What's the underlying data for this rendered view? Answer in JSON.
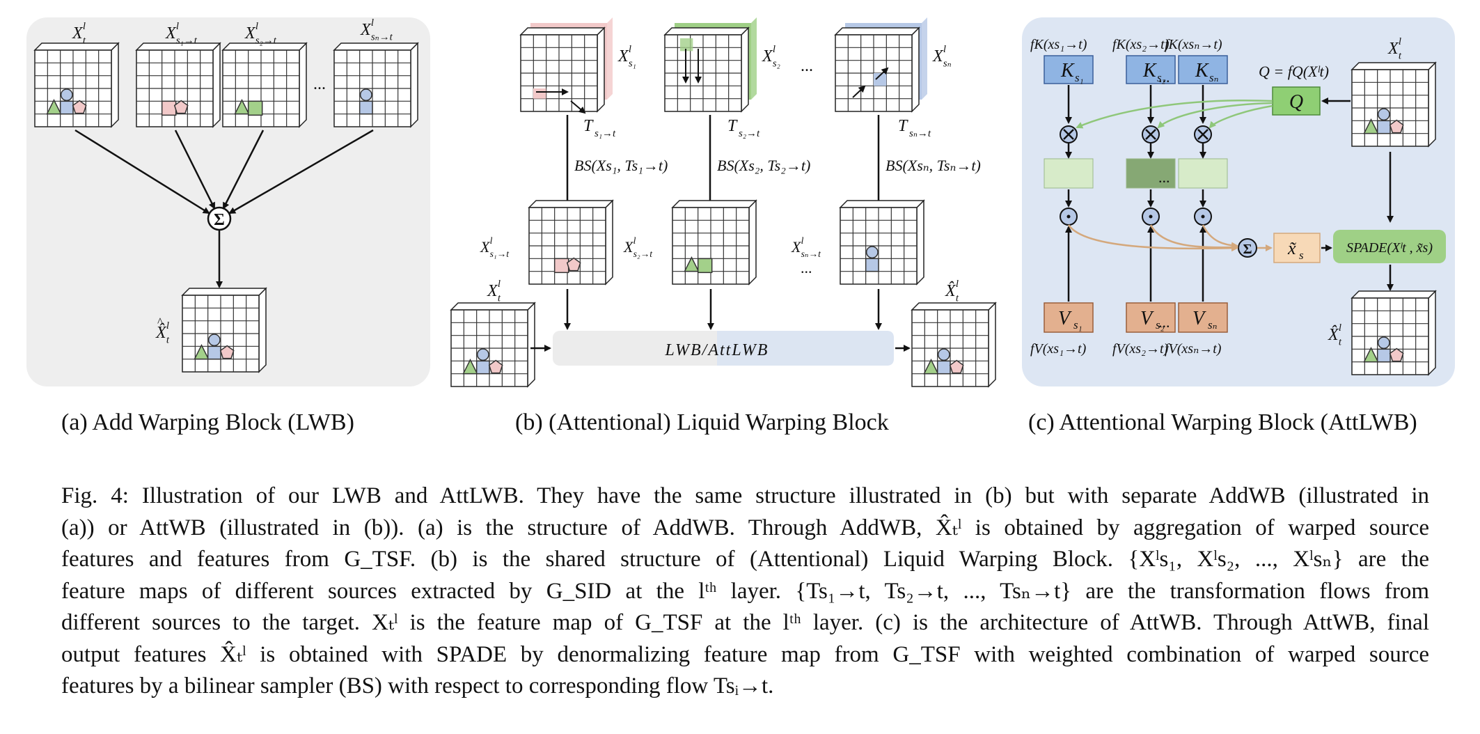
{
  "panels": {
    "a": {
      "caption": "(a) Add Warping Block (LWB)",
      "labels": {
        "xt": "X",
        "xt_sup": "l",
        "xt_sub": "t",
        "xs1": "X",
        "xs1_sub": "s₁→t",
        "xs2": "X",
        "xs2_sub": "s₂→t",
        "xsn": "X",
        "xsn_sub": "sₙ→t",
        "dots": "...",
        "sum": "Σ",
        "out": "X̂",
        "out_sup": "l",
        "out_sub": "t"
      }
    },
    "b": {
      "caption": "(b) (Attentional) Liquid Warping Block",
      "source_labels": [
        "X",
        "X",
        "X"
      ],
      "source_subs": [
        "s₁",
        "s₂",
        "sₙ"
      ],
      "flow_labels": [
        "T",
        "T",
        "T"
      ],
      "flow_subs": [
        "s₁→t",
        "s₂→t",
        "sₙ→t"
      ],
      "bs_labels": [
        "BS(X",
        "BS(X",
        "BS(X"
      ],
      "bs_tails": [
        "s₁, Ts₁→t)",
        "s₂, Ts₂→t)",
        "sₙ, Tsₙ→t)"
      ],
      "warped_subs": [
        "s₁→t",
        "s₂→t",
        "sₙ→t"
      ],
      "block_label": "LWB/AttLWB",
      "dots": "...",
      "colors": {
        "pink": "#f2c9c9",
        "green": "#9fcf86",
        "blue": "#b6c8e6",
        "bar_left": "#ececec",
        "bar_right": "#dce5f2"
      }
    },
    "c": {
      "caption": "(c) Attentional Warping Block (AttLWB)",
      "k_labels": [
        "K",
        "K",
        "K"
      ],
      "k_subs": [
        "s₁",
        "s₂",
        "sₙ"
      ],
      "fk_labels": [
        "fK(xs₁→t)",
        "fK(xs₂→t)",
        "fK(xsₙ→t)"
      ],
      "v_labels": [
        "V",
        "V",
        "V"
      ],
      "v_subs": [
        "s₁",
        "s₂",
        "sₙ"
      ],
      "fv_labels": [
        "fV(xs₁→t)",
        "fV(xs₂→t)",
        "fV(xsₙ→t)"
      ],
      "q_label": "Q",
      "q_def": "Q = fQ(X",
      "q_def_tail": "t)",
      "xs_tilde": "x̃",
      "xs_tilde_sub": "s",
      "spade": "SPADE(X",
      "spade_tail": "t , x̃s)",
      "dots": "...",
      "colors": {
        "k_fill": "#8fb4e3",
        "v_fill": "#e3b08f",
        "q_fill": "#8fcf74",
        "att_light": "#d7ebc9",
        "att_dark": "#86a874",
        "tilde_fill": "#f7d9b7",
        "spade_fill": "#9fd086",
        "panel_bg": "#dde6f3"
      }
    },
    "panel_bg_a": "#eeeeee"
  },
  "caption": {
    "lines": [
      "Fig. 4: Illustration of our LWB and AttLWB. They have the same structure illustrated in (b) but with separate AddWB (illustrated in",
      "(a)) or AttWB (illustrated in (b)). (a) is the structure of AddWB. Through AddWB, X̂ₜˡ is obtained by aggregation of warped source",
      "features and features from G_TSF. (b) is the shared structure of (Attentional) Liquid Warping Block. {Xˡs₁, Xˡs₂, ..., Xˡsₙ} are the",
      "feature maps of different sources extracted by G_SID at the lᵗʰ layer. {Ts₁→t, Ts₂→t, ..., Tsₙ→t} are the transformation flows from",
      "different sources to the target. Xₜˡ is the feature map of G_TSF at the lᵗʰ layer. (c) is the architecture of AttWB. Through AttWB, final",
      "output features X̂ₜˡ is obtained with SPADE by denormalizing feature map from G_TSF with weighted combination of warped source",
      "features by a bilinear sampler (BS) with respect to corresponding flow Tsᵢ→t."
    ]
  }
}
